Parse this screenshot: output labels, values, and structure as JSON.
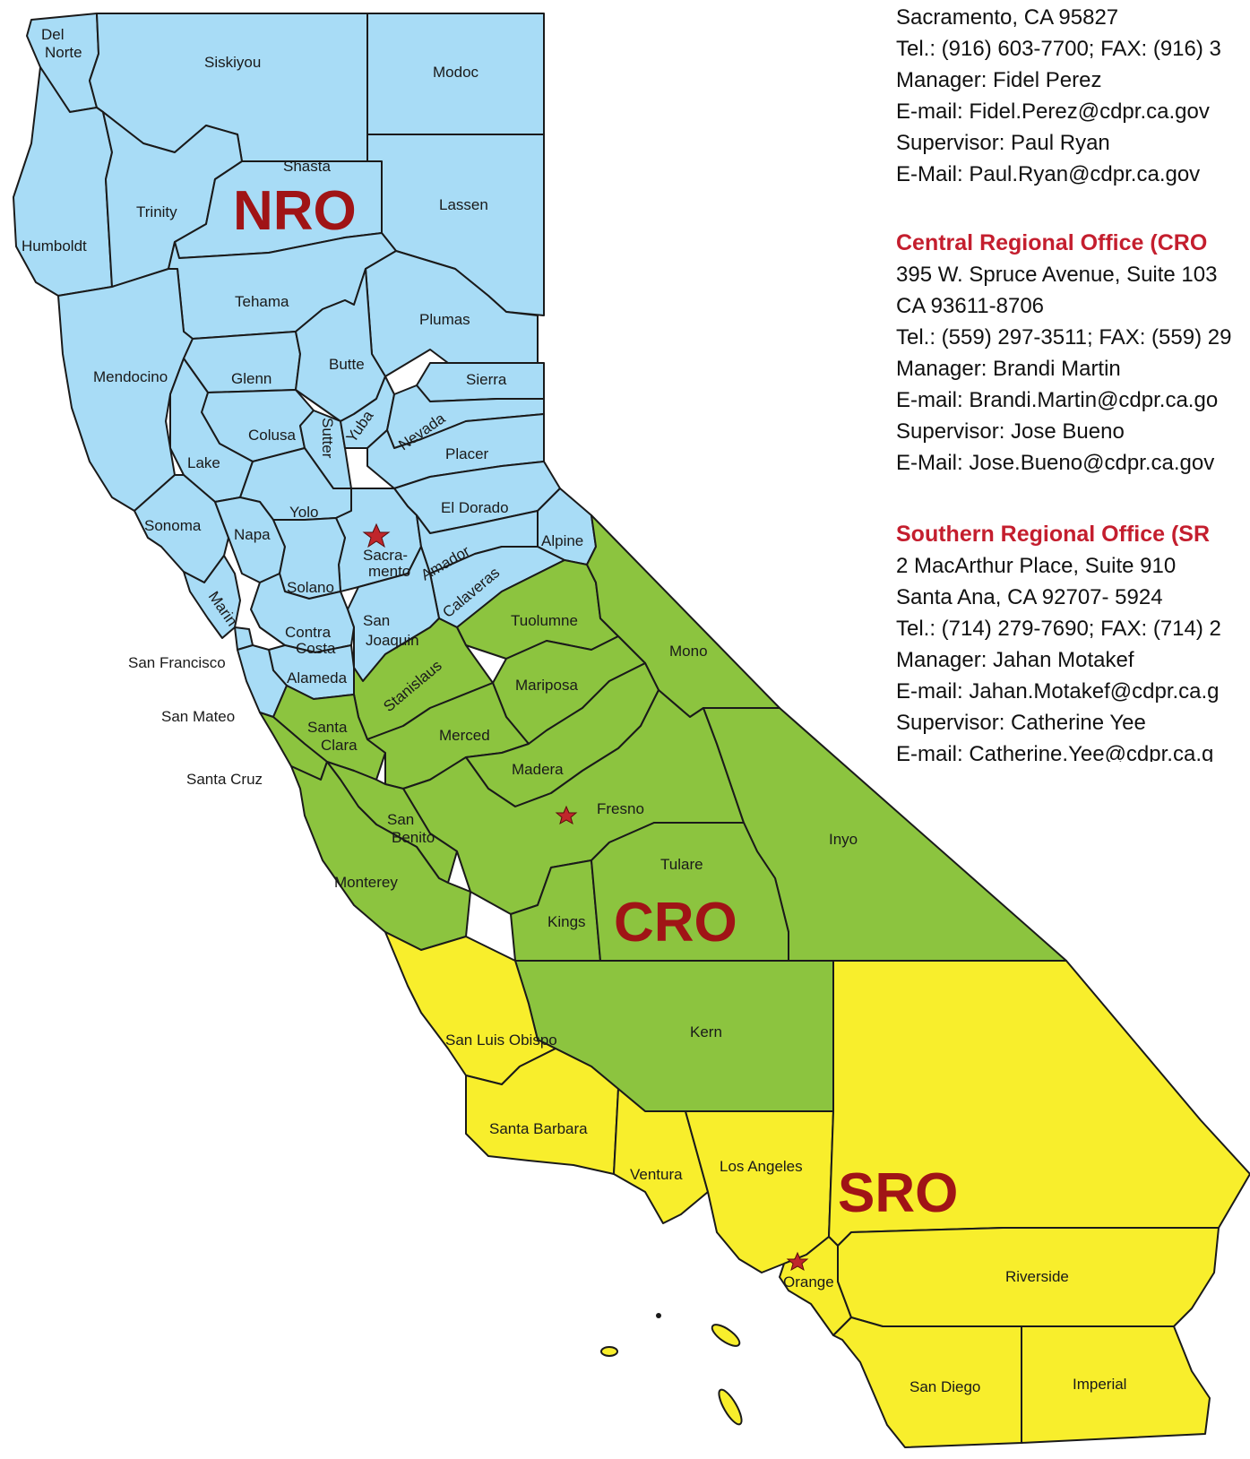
{
  "offices": {
    "nro": {
      "lines": [
        "Sacramento, CA  95827",
        "Tel.: (916) 603-7700; FAX: (916) 3",
        "Manager: Fidel Perez",
        "E-mail: Fidel.Perez@cdpr.ca.gov",
        "Supervisor: Paul Ryan",
        "E-Mail: Paul.Ryan@cdpr.ca.gov"
      ]
    },
    "cro": {
      "heading": "Central Regional Office (CRO",
      "lines": [
        "395 W. Spruce Avenue, Suite 103",
        "CA 93611-8706",
        "Tel.: (559) 297-3511; FAX: (559) 29",
        "Manager: Brandi Martin",
        "E-mail: Brandi.Martin@cdpr.ca.go",
        "Supervisor: Jose Bueno",
        "E-Mail: Jose.Bueno@cdpr.ca.gov"
      ]
    },
    "sro": {
      "heading": "Southern Regional Office (SR",
      "lines": [
        "2 MacArthur Place, Suite 910",
        "Santa Ana, CA 92707- 5924",
        "Tel.: (714) 279-7690; FAX: (714) 2",
        "Manager: Jahan Motakef",
        "E-mail: Jahan.Motakef@cdpr.ca.g",
        "Supervisor: Catherine Yee",
        "E-mail: Catherine.Yee@cdpr.ca.g"
      ]
    }
  },
  "regions": {
    "nro": {
      "label": "NRO",
      "color": "#a8dcf6"
    },
    "cro": {
      "label": "CRO",
      "color": "#8cc43f"
    },
    "sro": {
      "label": "SRO",
      "color": "#f8ee2c"
    }
  },
  "county_labels": {
    "del_norte": [
      "Del",
      "Norte"
    ],
    "siskiyou": "Siskiyou",
    "modoc": "Modoc",
    "humboldt": "Humboldt",
    "trinity": "Trinity",
    "shasta": "Shasta",
    "lassen": "Lassen",
    "tehama": "Tehama",
    "plumas": "Plumas",
    "mendocino": "Mendocino",
    "glenn": "Glenn",
    "butte": "Butte",
    "sierra": "Sierra",
    "colusa": "Colusa",
    "sutter": "Sutter",
    "yuba": "Yuba",
    "nevada": "Nevada",
    "lake": "Lake",
    "placer": "Placer",
    "yolo": "Yolo",
    "el_dorado": "El Dorado",
    "sonoma": "Sonoma",
    "napa": "Napa",
    "sacramento": [
      "Sacra-",
      "mento"
    ],
    "alpine": "Alpine",
    "amador": "Amador",
    "solano": "Solano",
    "calaveras": "Calaveras",
    "marin": "Marin",
    "san_joaquin": [
      "San",
      "Joaquin"
    ],
    "contra_costa": [
      "Contra",
      "Costa"
    ],
    "tuolumne": "Tuolumne",
    "san_francisco": "San Francisco",
    "alameda": "Alameda",
    "stanislaus": "Stanislaus",
    "mono": "Mono",
    "mariposa": "Mariposa",
    "san_mateo": "San Mateo",
    "santa_clara": [
      "Santa",
      "Clara"
    ],
    "merced": "Merced",
    "madera": "Madera",
    "santa_cruz": "Santa Cruz",
    "fresno": "Fresno",
    "san_benito": [
      "San",
      "Benito"
    ],
    "inyo": "Inyo",
    "tulare": "Tulare",
    "monterey": "Monterey",
    "kings": "Kings",
    "kern": "Kern",
    "san_luis_obispo": "San Luis Obispo",
    "santa_barbara": "Santa Barbara",
    "ventura": "Ventura",
    "los_angeles": "Los Angeles",
    "orange": "Orange",
    "riverside": "Riverside",
    "san_diego": "San Diego",
    "imperial": "Imperial"
  }
}
